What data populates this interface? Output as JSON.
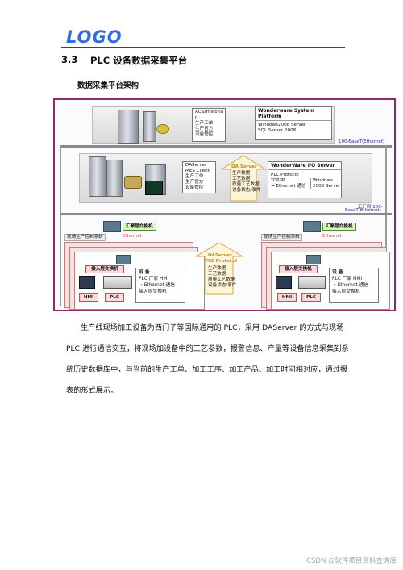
{
  "header": {
    "logo": "LOGO"
  },
  "section": {
    "number": "3.3",
    "title": "PLC 设备数据采集平台"
  },
  "subheading": "数据采集平台架构",
  "diagram": {
    "top": {
      "aos_lines": [
        "AOS/Historia",
        "n",
        "生产工单",
        "生产官方",
        "设备管控"
      ],
      "wonderware_title": "Wonderware  System Platform",
      "wonderware_lines": [
        "Windows2008 Server",
        "SQL Server 2008"
      ],
      "net_label": "100-BaseT(Ethernet)"
    },
    "middle": {
      "daserver_lines": [
        "DAServer",
        "MES Client",
        "生产工单",
        "生产官方",
        "设备管控"
      ],
      "arrow_title": "DA Server",
      "arrow_lines": [
        "生产数据",
        "工艺数据",
        "质量工艺数据",
        "设备状态/事件"
      ],
      "io_title": "WonderWare  I/O  Server",
      "io_left": [
        "PLC  Protocol",
        "TCP/IP",
        "→ Ethernet 通信"
      ],
      "io_right": [
        "Windows",
        "2003 Server"
      ],
      "net_label_1": "工厂网 100-",
      "net_label_2": "BaseT(Ethernet)"
    },
    "bottom": {
      "switch_label": "汇聚层交换机",
      "system_label": "现场生产控制系统",
      "ethernet_label": "Ethernet",
      "access_switch": "接入层交换机",
      "hmi": "HMI",
      "plc": "PLC",
      "device_title": "设  备",
      "device_lines": [
        "PLC 厂家 HMI",
        "→ Ethernet 通信",
        "接入层交换机"
      ],
      "arrow_title_1": "DAServer",
      "arrow_title_2": "PLC Protocol",
      "arrow_lines": [
        "生产数据",
        "工艺数据",
        "质量工艺数据",
        "设备状态/事件"
      ]
    }
  },
  "body": {
    "lines": [
      "生产线现场加工设备为西门子等国际通用的 PLC，采用 DAServer 的方式与现场",
      "PLC 进行通信交互，将现场加设备中的工艺参数，报警信息、产量等设备信息采集到系",
      "统历史数据库中，与当前的生产工单、加工工序、加工产品、加工时间相对应，通过报",
      "表的形式展示。"
    ]
  },
  "watermark": "CSDN @软件项目资料查询库",
  "colors": {
    "logo": "#2e6ee0",
    "frame": "#8c2a6a",
    "network_label": "#2a2aa0"
  }
}
